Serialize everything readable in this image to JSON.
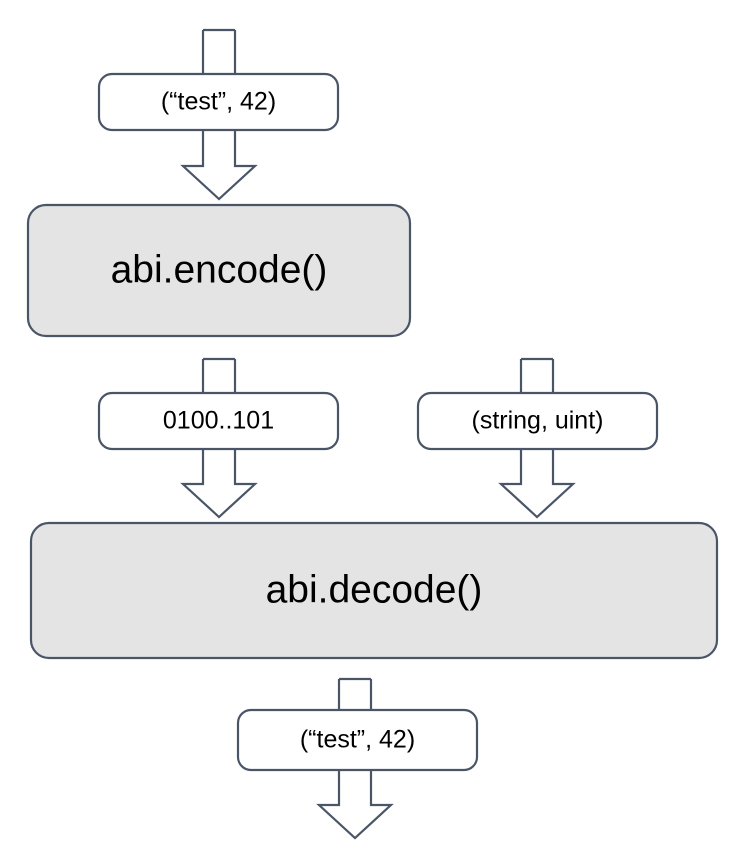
{
  "diagram": {
    "title": "abi encode decode flow",
    "colors": {
      "stroke": "#4a5568",
      "process_fill": "#e4e4e4",
      "data_fill": "#ffffff",
      "text": "#000000",
      "background": "#ffffff"
    },
    "nodes": {
      "input_value": {
        "label": "(“test”, 42)",
        "kind": "data"
      },
      "encode": {
        "label": "abi.encode()",
        "kind": "process"
      },
      "encoded_bytes": {
        "label": "0100..101",
        "kind": "data"
      },
      "decode_types": {
        "label": "(string, uint)",
        "kind": "data"
      },
      "decode": {
        "label": "abi.decode()",
        "kind": "process"
      },
      "output_value": {
        "label": "(“test”, 42)",
        "kind": "data"
      }
    },
    "connectors": [
      {
        "name": "input-stub",
        "kind": "stub",
        "from": "top-edge",
        "to": "input_value"
      },
      {
        "name": "input-to-encode",
        "kind": "arrow",
        "from": "input_value",
        "to": "encode"
      },
      {
        "name": "encoded-bytes-stub",
        "kind": "stub",
        "from": "encode",
        "to": "encoded_bytes"
      },
      {
        "name": "encoded-bytes-to-decode",
        "kind": "arrow",
        "from": "encoded_bytes",
        "to": "decode"
      },
      {
        "name": "decode-types-stub",
        "kind": "stub",
        "from": "top",
        "to": "decode_types"
      },
      {
        "name": "decode-types-to-decode",
        "kind": "arrow",
        "from": "decode_types",
        "to": "decode"
      },
      {
        "name": "decode-to-output-stub",
        "kind": "stub",
        "from": "decode",
        "to": "output_value"
      },
      {
        "name": "output-arrow",
        "kind": "arrow",
        "from": "output_value",
        "to": "bottom-edge"
      }
    ]
  }
}
